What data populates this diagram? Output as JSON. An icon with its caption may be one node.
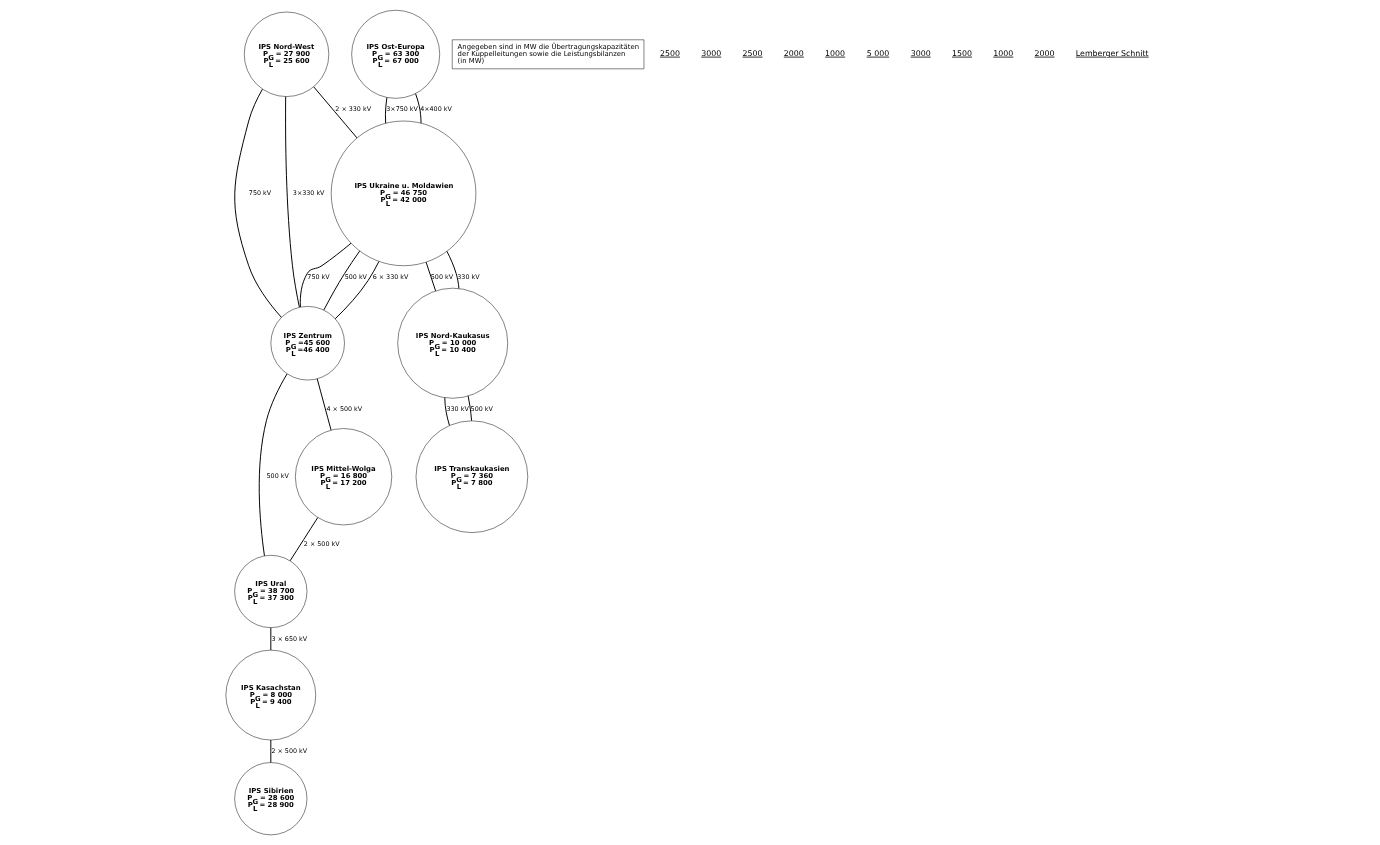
{
  "diagram": {
    "nodes": [
      {
        "text": [
          "IPS Nord-West",
          "P$_{G}$ = 27 900",
          "P$_{L}$ = 25 600"
        ]
      },
      {
        "text": [
          "IPS Ural",
          "P$_{G}$ = 38 700",
          "P$_{L}$ = 37 300"
        ]
      },
      {
        "text": [
          "IPS Zentrum",
          "P$_{G}$ =45 600",
          "P$_{L}$ =46 400"
        ]
      },
      {
        "text": [
          "IPS Mittel-Wolga",
          "P$_{G}$ = 16 800",
          "P$_{L}$ = 17 200"
        ]
      },
      {
        "text": [
          "IPS Kasachstan",
          "P$_{G}$ = 8 000",
          "P$_{L}$ = 9 400"
        ]
      },
      {
        "text": [
          "IPS Ost-Europa",
          "P$_{G}$ = 63 300",
          "P$_{L}$ = 67 000"
        ]
      },
      {
        "text": [
          "IPS Ukraine u. Moldawien",
          "P$_{G}$ = 46 750",
          "P$_{L}$ = 42 000"
        ]
      },
      {
        "text": [
          "IPS Nord-Kaukasus",
          "P$_{G}$ = 10 000",
          "P$_{L}$ = 10 400"
        ]
      },
      {
        "text": [
          "IPS Sibirien",
          "P$_{G}$ = 28 600",
          "P$_{L}$ = 28 900"
        ]
      },
      {
        "text": [
          "IPS Transkaukasien",
          "P$_{G}$ = 7 360",
          "P$_{L}$ = 7 800"
        ]
      },
      {
        "text": [
          "Angegeben sind in MW die Übertragungskapazitäten der Kuppelleitungen sowie die Leistungsbilanzen (in MW)"
        ]
      }
    ],
    "edges": [
      {
        "from": 0,
        "to": 6,
        "arrow": "none",
        "label": "2 × 330 kV"
      },
      {
        "from": 0,
        "to": 2,
        "arrow": "none",
        "label": "750 kV"
      },
      {
        "from": 0,
        "to": 2,
        "arrow": "none",
        "label": "3×330 kV"
      },
      {
        "from": 2,
        "to": 1,
        "arrow": "none",
        "label": "500 kV"
      },
      {
        "from": 2,
        "to": 3,
        "arrow": "none",
        "label": "4 × 500 kV"
      },
      {
        "from": 3,
        "to": 1,
        "arrow": "none",
        "label": "2 × 500 kV"
      },
      {
        "from": 1,
        "to": 4,
        "arrow": "none",
        "label": "3 × 650 kV"
      },
      {
        "from": 6,
        "to": 2,
        "arrow": "none",
        "label": "750 kV"
      },
      {
        "from": 6,
        "to": 2,
        "arrow": "none",
        "label": "500 kV"
      },
      {
        "from": 6,
        "to": 2,
        "arrow": "none",
        "label": "6 × 330 kV"
      },
      {
        "from": 5,
        "to": 6,
        "arrow": "none",
        "label": "3×750 kV"
      },
      {
        "from": 5,
        "to": 6,
        "arrow": "none",
        "label": "4×400 kV"
      },
      {
        "from": 6,
        "to": 7,
        "arrow": "none",
        "label": "500 kV"
      },
      {
        "from": 6,
        "to": 7,
        "arrow": "none",
        "label": "330 kV"
      },
      {
        "from": 7,
        "to": 9,
        "arrow": "none",
        "label": "330 kV"
      },
      {
        "from": 7,
        "to": 9,
        "arrow": "none",
        "label": "500 kV"
      },
      {
        "from": 4,
        "to": 8,
        "arrow": "none",
        "label": "2 × 500 kV"
      }
    ],
    "labels": [
      "2500",
      "3000",
      "2500",
      "2000",
      "1000",
      "5 000",
      "3000",
      "1500",
      "1000",
      "2000",
      "Lemberger Schnitt"
    ]
  }
}
